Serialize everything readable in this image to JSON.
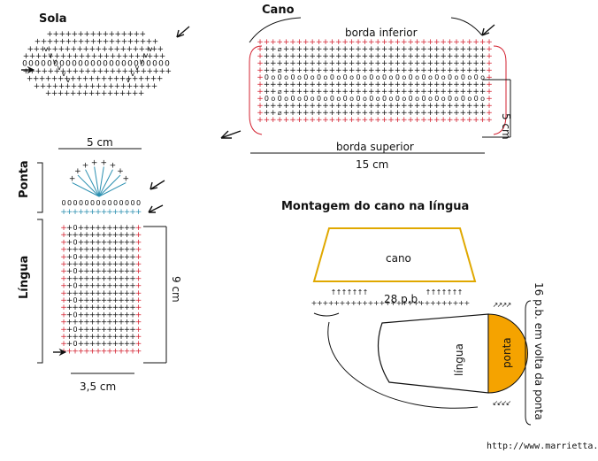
{
  "titles": {
    "sola": "Sola",
    "cano": "Cano",
    "ponta": "Ponta",
    "lingua": "Língua",
    "montagem": "Montagem do cano na língua"
  },
  "labels": {
    "borda_inferior": "borda inferior",
    "borda_superior": "borda superior",
    "cano_height": "5 cm",
    "cano_width": "15 cm",
    "ponta_width": "5 cm",
    "lingua_height": "9 cm",
    "lingua_width": "3,5 cm",
    "assembly_cano": "cano",
    "assembly_pb": "28 p.b.",
    "assembly_lingua": "língua",
    "assembly_ponta": "ponta",
    "assembly_side": "16 p.b. em volta da ponta"
  },
  "watermark": "http://www.marrietta.ru/",
  "colors": {
    "red_stitch": "#d3202f",
    "blue_stitch": "#2a8fb0",
    "cano_outline": "#e0a800",
    "ponta_fill": "#f5a300"
  }
}
